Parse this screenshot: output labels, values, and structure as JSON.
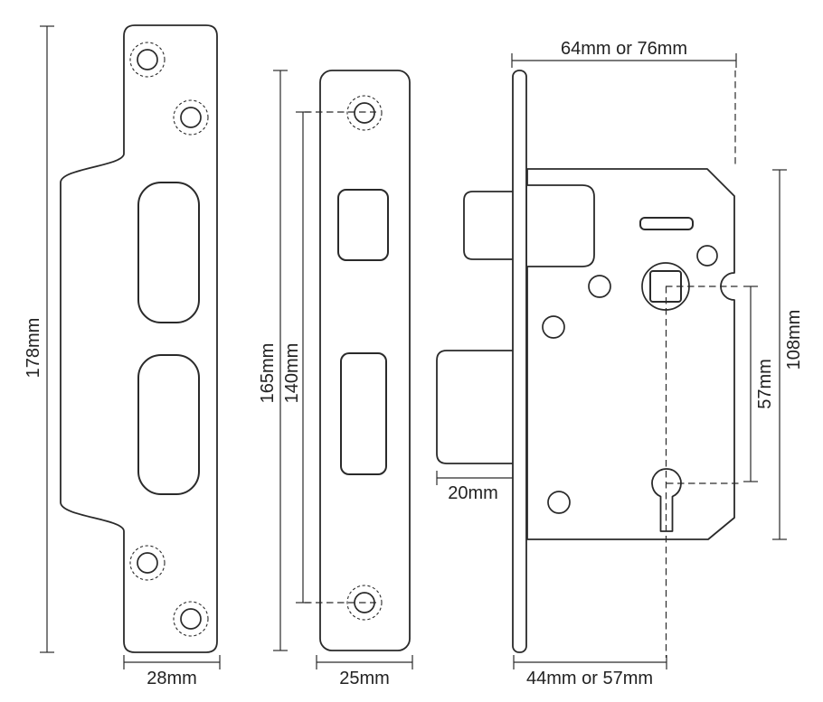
{
  "colors": {
    "line": "#2a2a2a",
    "text": "#222222",
    "background": "#ffffff"
  },
  "strike_plate": {
    "height_label": "178mm",
    "width_label": "28mm"
  },
  "faceplate": {
    "overall_height_label": "165mm",
    "screw_centres_label": "140mm",
    "width_label": "25mm"
  },
  "lock_body": {
    "case_width_label": "64mm or 76mm",
    "case_height_label": "108mm",
    "spindle_to_keyhole_label": "57mm",
    "deadbolt_label": "20mm",
    "backset_label": "44mm or 57mm"
  }
}
